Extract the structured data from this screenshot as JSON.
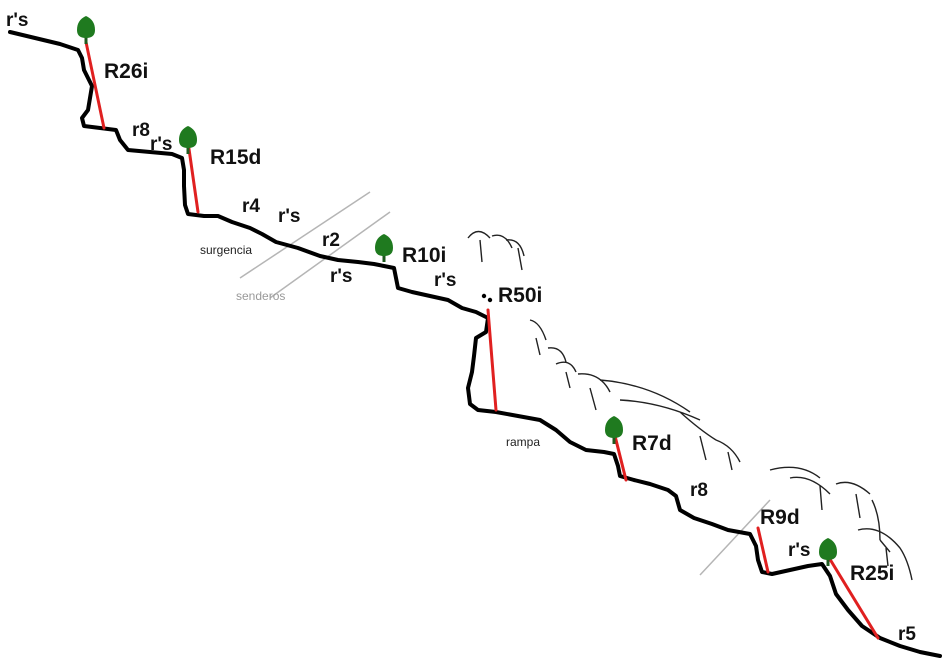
{
  "labels": {
    "rs_top": "r's",
    "r26i": "R26i",
    "r8_a": "r8",
    "rs_2": "r's",
    "r15d": "R15d",
    "r4": "r4",
    "rs_3": "r's",
    "surgencia": "surgencia",
    "r2": "r2",
    "r10i": "R10i",
    "rs_4": "r's",
    "senderos": "senderos",
    "rs_5": "r's",
    "r50i": "R50i",
    "rampa": "rampa",
    "r7d": "R7d",
    "r8_b": "r8",
    "r9d": "R9d",
    "rs_6": "r's",
    "r25i": "R25i",
    "r5": "r5"
  },
  "colors": {
    "canyon_line": "#000000",
    "rappel_line": "#e02020",
    "tree": "#1f7a1f",
    "trail": "#b5b5b5",
    "text": "#111111"
  },
  "icons": {
    "tree": "tree-icon"
  }
}
